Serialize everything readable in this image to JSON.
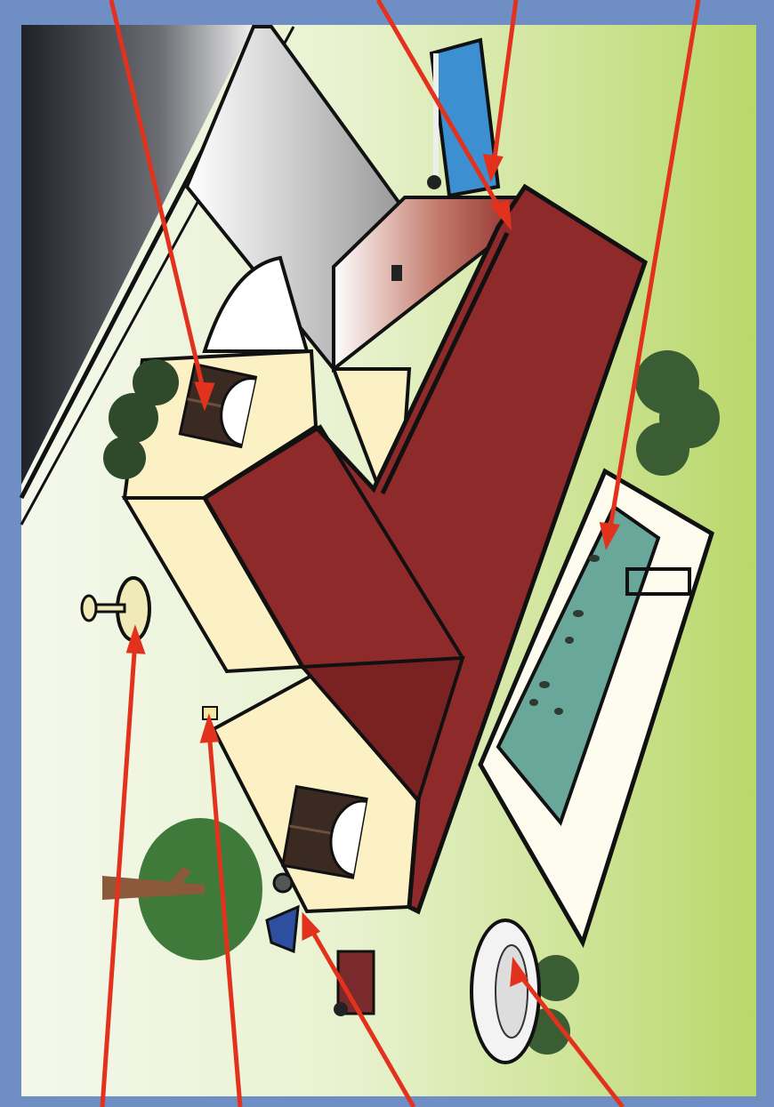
{
  "image": {
    "kind": "illustration",
    "subject": "house-with-pool-and-yard",
    "colors": {
      "frame": "#6f8ec4",
      "lawn_light": "#f2f7e8",
      "lawn_green": "#c6df7e",
      "roof": "#8e2a2a",
      "wall": "#fbf1c4",
      "pool": "#6aa79b",
      "boat": "#3c8fd0",
      "tree": "#3f7a3a",
      "arrow": "#e2321d",
      "road": "#23252c"
    },
    "callout_arrows": [
      {
        "target": "window-shutters"
      },
      {
        "target": "roof-edge"
      },
      {
        "target": "boat"
      },
      {
        "target": "pool"
      },
      {
        "target": "birdbath"
      },
      {
        "target": "porch-light"
      },
      {
        "target": "wheelbarrow"
      },
      {
        "target": "stone-well"
      }
    ]
  }
}
